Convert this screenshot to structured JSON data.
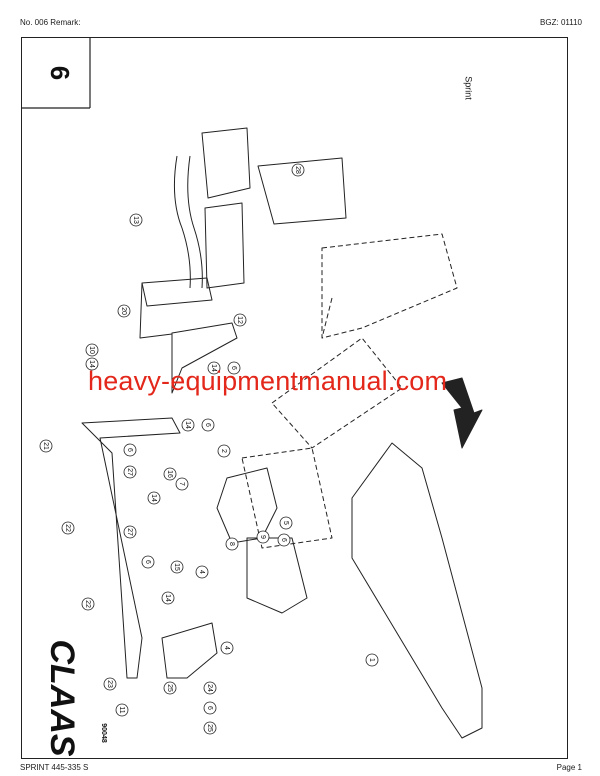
{
  "header": {
    "left": "No. 006   Remark:",
    "right": "BGZ: 01110"
  },
  "footer": {
    "left": "SPRINT 445-335 S",
    "right": "Page 1"
  },
  "plate": {
    "page_number": "6",
    "caption": "Sprint",
    "brand": "CLAAS",
    "figure_code": "90048"
  },
  "watermark": "heavy-equipmentmanual.com",
  "callouts": [
    "1",
    "2",
    "4",
    "5",
    "6",
    "7",
    "8",
    "9",
    "10",
    "11",
    "12",
    "13",
    "14",
    "15",
    "16",
    "20",
    "21",
    "22",
    "23",
    "24",
    "25",
    "27",
    "28"
  ]
}
